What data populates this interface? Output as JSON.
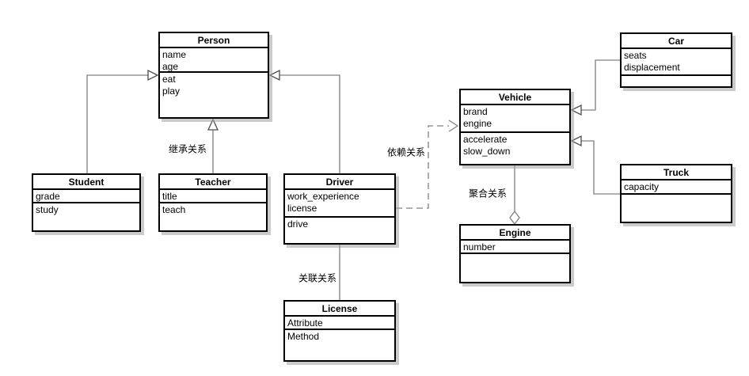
{
  "diagram": {
    "kind": "uml-class-diagram",
    "background_color": "#ffffff",
    "box_border_color": "#000000",
    "box_fill_color": "#ffffff",
    "edge_color": "#808080",
    "shadow_color": "#a0a0a0"
  },
  "classes": [
    {
      "name": "Person",
      "attributes": [
        "name",
        "age"
      ],
      "methods": [
        "eat",
        "play"
      ]
    },
    {
      "name": "Student",
      "attributes": [
        "grade"
      ],
      "methods": [
        "study"
      ]
    },
    {
      "name": "Teacher",
      "attributes": [
        "title"
      ],
      "methods": [
        "teach"
      ]
    },
    {
      "name": "Driver",
      "attributes": [
        "work_experience",
        "license"
      ],
      "methods": [
        "drive"
      ]
    },
    {
      "name": "License",
      "attributes": [
        "Attribute"
      ],
      "methods": [
        "Method"
      ]
    },
    {
      "name": "Vehicle",
      "attributes": [
        "brand",
        "engine"
      ],
      "methods": [
        "accelerate",
        "slow_down"
      ]
    },
    {
      "name": "Engine",
      "attributes": [
        "number"
      ],
      "methods": []
    },
    {
      "name": "Car",
      "attributes": [
        "seats",
        "displacement"
      ],
      "methods": []
    },
    {
      "name": "Truck",
      "attributes": [
        "capacity"
      ],
      "methods": []
    }
  ],
  "relationships": [
    {
      "id": "student-person",
      "from": "Student",
      "to": "Person",
      "type": "inheritance",
      "label": ""
    },
    {
      "id": "teacher-person",
      "from": "Teacher",
      "to": "Person",
      "type": "inheritance",
      "label": "继承关系"
    },
    {
      "id": "driver-person",
      "from": "Driver",
      "to": "Person",
      "type": "inheritance",
      "label": ""
    },
    {
      "id": "driver-license",
      "from": "Driver",
      "to": "License",
      "type": "association",
      "label": "关联关系"
    },
    {
      "id": "driver-vehicle",
      "from": "Driver",
      "to": "Vehicle",
      "type": "dependency",
      "label": "依赖关系"
    },
    {
      "id": "car-vehicle",
      "from": "Car",
      "to": "Vehicle",
      "type": "inheritance",
      "label": ""
    },
    {
      "id": "truck-vehicle",
      "from": "Truck",
      "to": "Vehicle",
      "type": "inheritance",
      "label": ""
    },
    {
      "id": "vehicle-engine",
      "from": "Vehicle",
      "to": "Engine",
      "type": "aggregation",
      "label": "聚合关系"
    }
  ]
}
